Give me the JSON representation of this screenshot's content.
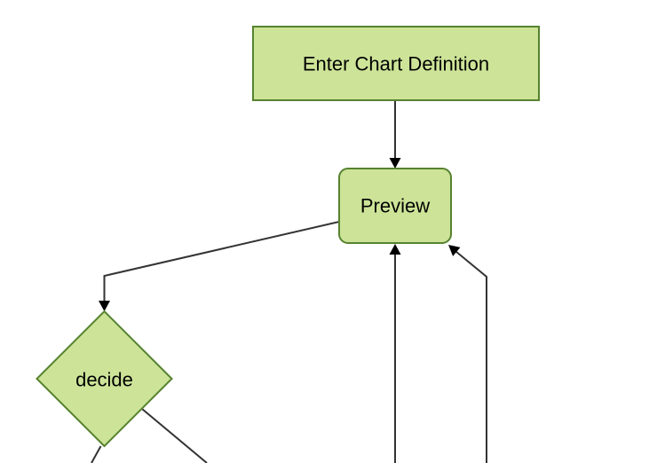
{
  "diagram": {
    "type": "flowchart",
    "colors": {
      "background": "#ffffff",
      "node_fill": "#cde498",
      "node_stroke": "#56822f",
      "edge_stroke": "#333333",
      "arrowhead": "#000000",
      "label_text": "#000000"
    },
    "nodes": {
      "enter_chart_definition": {
        "label": "Enter Chart Definition",
        "shape": "rectangle"
      },
      "preview": {
        "label": "Preview",
        "shape": "rounded-rectangle"
      },
      "decide": {
        "label": "decide",
        "shape": "diamond"
      }
    },
    "edges": [
      {
        "from": "enter_chart_definition",
        "to": "preview",
        "arrow": true
      },
      {
        "from": "preview",
        "to": "decide",
        "arrow": true
      },
      {
        "from": "below-viewport-left",
        "to": "preview",
        "arrow": true
      },
      {
        "from": "below-viewport-right",
        "to": "preview",
        "arrow": true
      },
      {
        "from": "decide",
        "to": "below-viewport-left",
        "arrow": false
      },
      {
        "from": "decide",
        "to": "below-viewport-right",
        "arrow": false
      }
    ]
  }
}
